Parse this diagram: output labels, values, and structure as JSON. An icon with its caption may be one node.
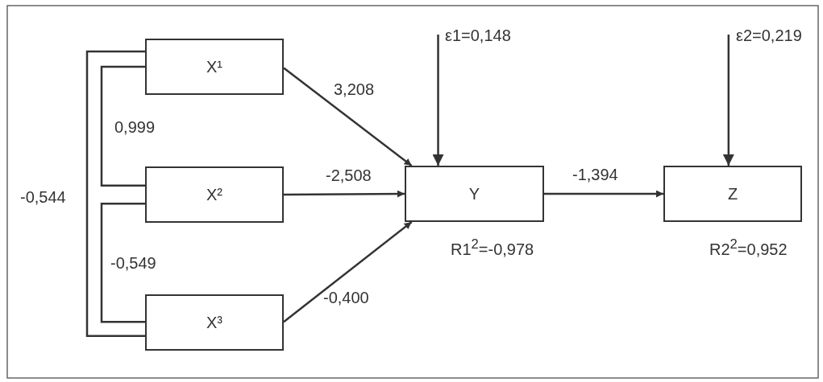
{
  "diagram": {
    "nodes": [
      {
        "text": [
          "X¹"
        ]
      },
      {
        "text": [
          "X²"
        ]
      },
      {
        "text": [
          "X³"
        ]
      },
      {
        "text": [
          "Y"
        ],
        "beside": [
          "R1$^{2}$=-0,978"
        ]
      },
      {
        "text": [
          "Z"
        ],
        "beside": [
          "R2$^{2}$=0,952"
        ]
      }
    ],
    "edges": [
      {
        "from": 0,
        "to": 3,
        "arrow": "to",
        "label": "3,208"
      },
      {
        "from": 1,
        "to": 3,
        "arrow": "to",
        "label": "-2,508"
      },
      {
        "from": 2,
        "to": 3,
        "arrow": "to",
        "label": "-0,400"
      },
      {
        "from": 3,
        "to": 4,
        "arrow": "to",
        "label": "-1,394"
      },
      {
        "from": null,
        "to": 3,
        "arrow": "to",
        "label": "ε1=0,148"
      },
      {
        "from": null,
        "to": 4,
        "arrow": "to",
        "label": "ε2=0,219"
      },
      {
        "from": 0,
        "to": 1,
        "arrow": "none",
        "label": "0,999"
      },
      {
        "from": 1,
        "to": 2,
        "arrow": "none",
        "label": "-0,549"
      },
      {
        "from": 0,
        "to": 2,
        "arrow": "none",
        "label": "-0,544"
      }
    ]
  }
}
